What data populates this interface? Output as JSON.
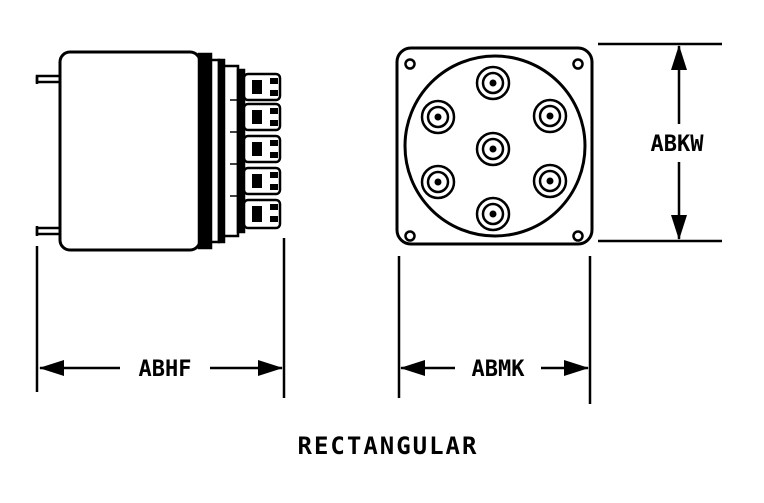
{
  "labels": {
    "side_width": "ABHF",
    "face_width": "ABMK",
    "face_height": "ABKW",
    "caption": "RECTANGULAR"
  },
  "colors": {
    "ink": "#000000",
    "paper": "#ffffff"
  }
}
